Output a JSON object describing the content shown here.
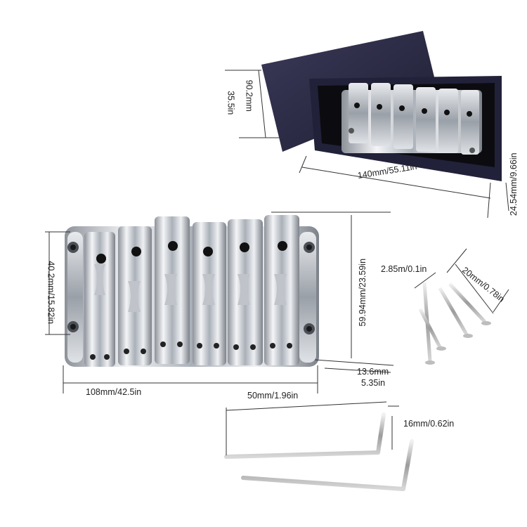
{
  "image": {
    "subject": "bass-bridge-hardware-set",
    "colors": {
      "background": "#ffffff",
      "chrome": "#c9ccd2",
      "box": "#2c2b45",
      "foam": "#0c0c10"
    }
  },
  "dimensions": {
    "box_height": {
      "mm": "90.2mm",
      "in": "35.5in"
    },
    "box_width": "140mm/55.11in",
    "box_depth": "24.54mm/9.66in",
    "bridge_depth": "40.2mm/15.82in",
    "bridge_height": "59.94mm/23.59in",
    "bridge_width": "108mm/42.5in",
    "bridge_side_mm": "13.6mm",
    "bridge_side_in": "5.35in",
    "screw_diameter": "2.85m/0.1in",
    "screw_length": "20mm/0.78in",
    "wrench_length": "50mm/1.96in",
    "wrench_short": "16mm/0.62in"
  }
}
